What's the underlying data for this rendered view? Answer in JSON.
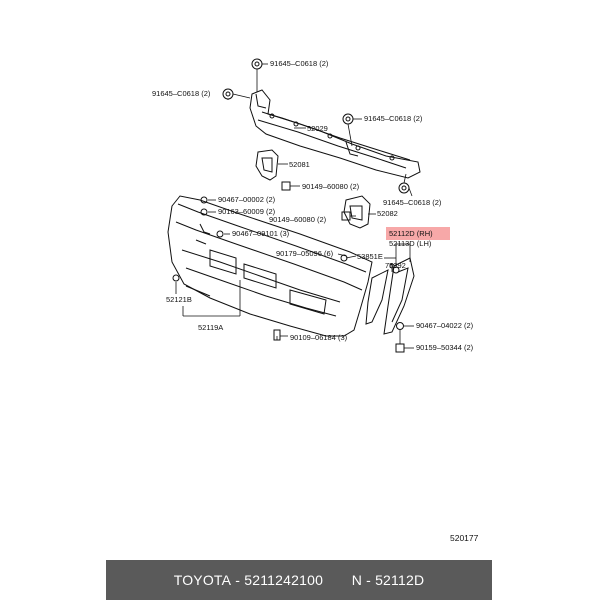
{
  "diagram": {
    "part_labels": {
      "p91645_top": "91645–C0618 (2)",
      "p91645_left": "91645–C0618 (2)",
      "p52029": "52029",
      "p91645_right": "91645–C0618 (2)",
      "p52081": "52081",
      "p90149_a": "90149–60080 (2)",
      "p90467_00002": "90467–00002 (2)",
      "p90163": "90163–60009 (2)",
      "p90149_b": "90149–60080 (2)",
      "p91645_lower": "91645–C0618 (2)",
      "p52082": "52082",
      "p52112d": "52112D (RH)",
      "p52113d": "52113D (LH)",
      "p90467_09101": "90467–09101 (3)",
      "p90179": "90179–05096 (6)",
      "p53851e": "53851E",
      "p75392": "75392",
      "p52121b": "52121B",
      "p52119a": "52119A",
      "p90467_04022": "90467–04022 (2)",
      "p90109": "90109–06184 (3)",
      "p90159": "90159–50344 (2)"
    },
    "figure_number": "520177",
    "highlight_color": "#f7a8a8"
  },
  "footer": {
    "brand": "TOYOTA",
    "part_number": "5211242100",
    "alt_label": "N",
    "alt_number": "52112D"
  }
}
